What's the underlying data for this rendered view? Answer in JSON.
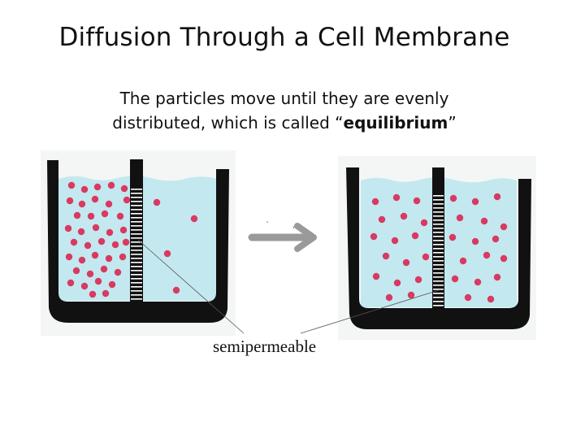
{
  "title": "Diffusion Through a Cell Membrane",
  "caption": {
    "line1": "The particles move until they are evenly",
    "line2_prefix": "distributed, which is called “",
    "line2_term": "equilibrium",
    "line2_suffix": "”"
  },
  "diagram": {
    "membrane_label": "semipermeable",
    "colors": {
      "water": "#c4e8ef",
      "container": "#111111",
      "particle": "#d83a62",
      "arrow": "#9a9a9a"
    }
  }
}
